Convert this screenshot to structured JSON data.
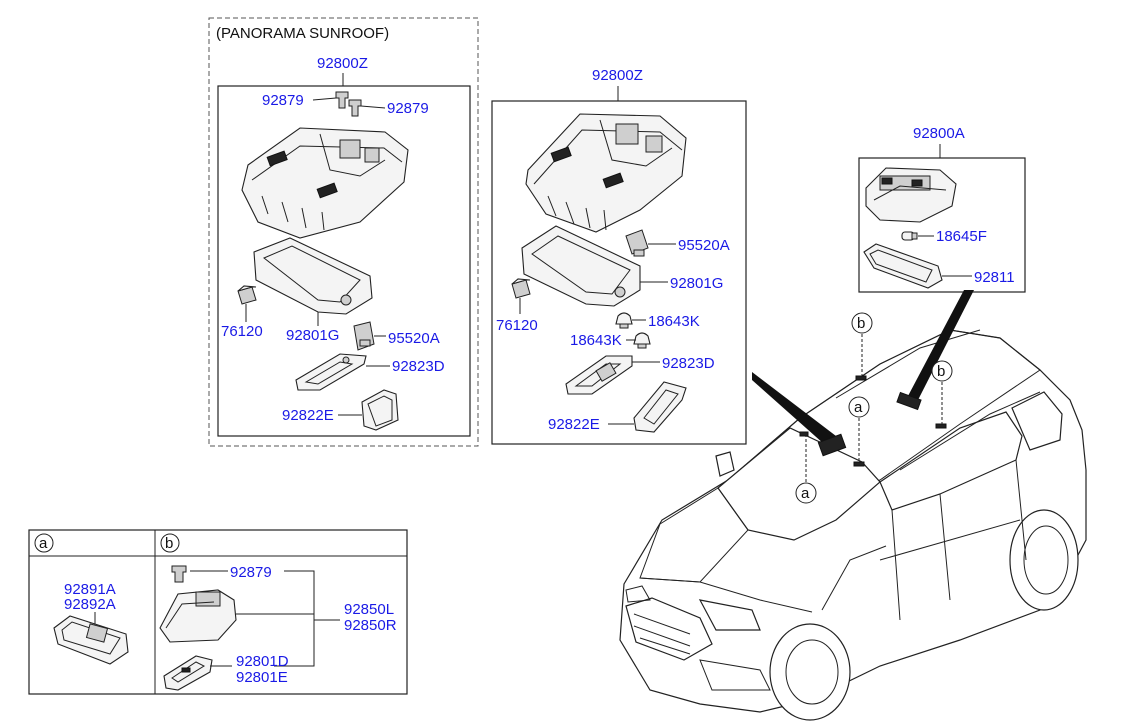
{
  "panel_left": {
    "header": "(PANORAMA SUNROOF)",
    "assembly": "92800Z",
    "clip_left": "92879",
    "clip_right": "92879",
    "bulb_holder": "76120",
    "lens": "92801G",
    "sensor": "95520A",
    "cover_upper": "92823D",
    "cover_lower": "92822E"
  },
  "panel_middle": {
    "assembly": "92800Z",
    "sensor": "95520A",
    "lens": "92801G",
    "bulb_holder": "76120",
    "bulb_a": "18643K",
    "bulb_b": "18643K",
    "cover_upper": "92823D",
    "cover_lower": "92822E"
  },
  "panel_right": {
    "assembly": "92800A",
    "bulb": "18645F",
    "lens": "92811"
  },
  "detail_table": {
    "col_a": "a",
    "col_b": "b",
    "a_part_1": "92891A",
    "a_part_2": "92892A",
    "b_clip": "92879",
    "b_lamp_1": "92850L",
    "b_lamp_2": "92850R",
    "b_lens_1": "92801D",
    "b_lens_2": "92801E"
  },
  "car_callouts": {
    "b_top": "b",
    "b_right": "b",
    "a_middle": "a",
    "a_lower": "a"
  }
}
